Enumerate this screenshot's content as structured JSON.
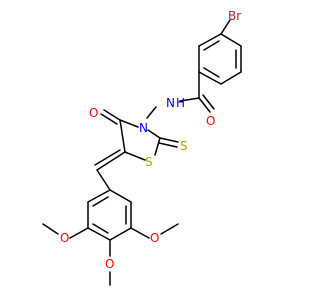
{
  "molecule": {
    "atoms": {
      "br": {
        "text": "Br",
        "color": "#A52A2A"
      },
      "o_amide": {
        "text": "O",
        "color": "#FF0000"
      },
      "n_amide": {
        "text": "N",
        "color": "#0000FF"
      },
      "h_amide": {
        "text": "H",
        "color": "#0000FF"
      },
      "n_ring": {
        "text": "N",
        "color": "#0000FF"
      },
      "o_carbonyl": {
        "text": "O",
        "color": "#FF0000"
      },
      "s_thione": {
        "text": "S",
        "color": "#B8A000"
      },
      "s_ring": {
        "text": "S",
        "color": "#B8A000"
      },
      "o_meo_left": {
        "text": "O",
        "color": "#FF0000"
      },
      "o_meo_right": {
        "text": "O",
        "color": "#FF0000"
      },
      "o_meo_mid": {
        "text": "O",
        "color": "#FF0000"
      }
    }
  }
}
